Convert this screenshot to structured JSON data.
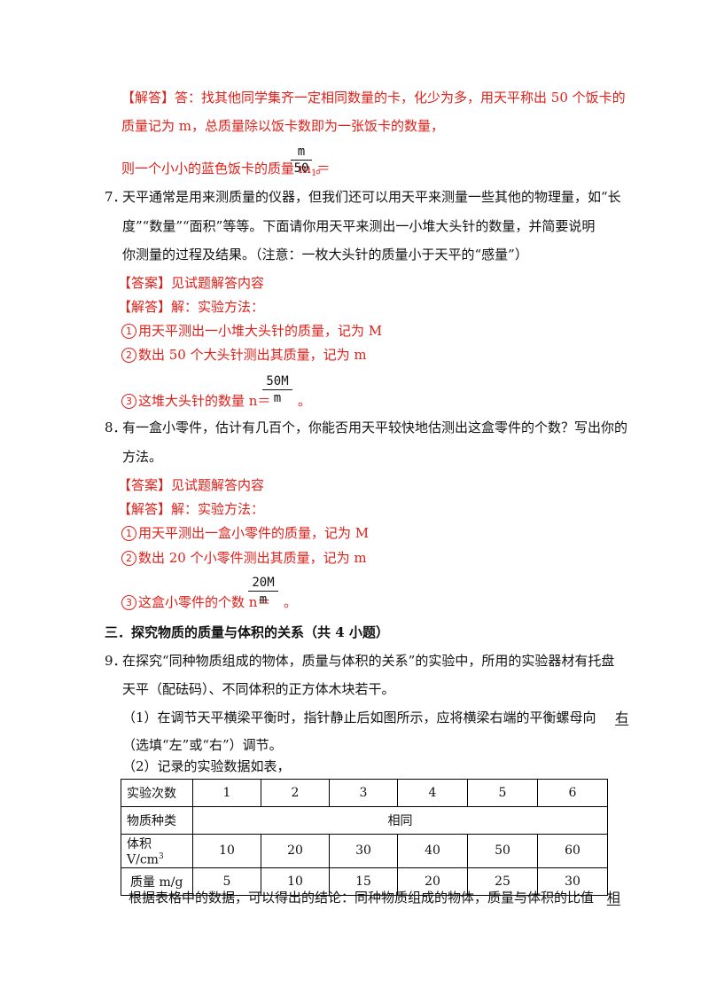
{
  "q6_answer": {
    "tag": "【解答】",
    "line1": "答：找其他同学集齐一定相同数量的卡，化少为多，用天平称出 50 个饭卡的",
    "line2": "质量记为 m，总质量除以饭卡数即为一张饭卡的数量，",
    "line3_pre": "则一个小小的蓝色饭卡的质量 m",
    "line3_sub": "1",
    "line3_eq": "＝",
    "frac_num": "m",
    "frac_den": "50",
    "line3_end": "。"
  },
  "q7": {
    "number": "7．",
    "line1": "天平通常是用来测质量的仪器，但我们还可以用天平来测量一些其他的物理量，如“长",
    "line2": "度”“数量”“面积”等等。下面请你用天平来测出一小堆大头针的数量，并简要说明",
    "line3": "你测量的过程及结果。（注意：一枚大头针的质量小于天平的“感量”）",
    "answer": "【答案】见试题解答内容",
    "solution_tag": "【解答】",
    "solution": "解：实验方法：",
    "step1_num": "1",
    "step1": "用天平测出一小堆大头针的质量，记为 M",
    "step2_num": "2",
    "step2": "数出 50 个大头针测出其质量，记为 m",
    "step3_num": "3",
    "step3": "这堆大头针的数量 n＝",
    "frac_num": "50M",
    "frac_den": "m",
    "step3_end": "。"
  },
  "q8": {
    "number": "8．",
    "line1": "有一盒小零件，估计有几百个，你能否用天平较快地估测出这盒零件的个数？写出你的",
    "line2": "方法。",
    "answer": "【答案】见试题解答内容",
    "solution_tag": "【解答】",
    "solution": "解：实验方法：",
    "step1_num": "1",
    "step1": "用天平测出一盒小零件的质量，记为 M",
    "step2_num": "2",
    "step2": "数出 20 个小零件测出其质量，记为 m",
    "step3_num": "3",
    "step3": "这盒小零件的个数 n＝",
    "frac_num": "20M",
    "frac_den": "m",
    "step3_end": "。"
  },
  "section3": {
    "title": "三．探究物质的质量与体积的关系（共 4 小题）"
  },
  "q9": {
    "number": "9．",
    "line1": "在探究“同种物质组成的物体，质量与体积的关系”的实验中，所用的实验器材有托盘",
    "line2": "天平（配砝码）、不同体积的正方体木块若干。",
    "part1": "（1）在调节天平横梁平衡时，指针静止后如图所示，应将横梁右端的平衡螺母向",
    "part1_answer": "右",
    "part1_line2": "（选填“左”或“右”）调节。",
    "part2": "（2）记录的实验数据如表，",
    "table": {
      "row_trials_label": "实验次数",
      "trials": [
        "1",
        "2",
        "3",
        "4",
        "5",
        "6"
      ],
      "row_material_label": "物质种类",
      "material": "相同",
      "row_volume_label": "体积 V/cm",
      "volume_sup": "3",
      "volumes": [
        "10",
        "20",
        "30",
        "40",
        "50",
        "60"
      ],
      "row_mass_label": "质量 m/g",
      "masses": [
        "5",
        "10",
        "15",
        "20",
        "25",
        "30"
      ]
    },
    "conclusion": "根据表格中的数据，可以得出的结论：同种物质组成的物体，质量与体积的比值",
    "conclusion_answer": "相"
  }
}
